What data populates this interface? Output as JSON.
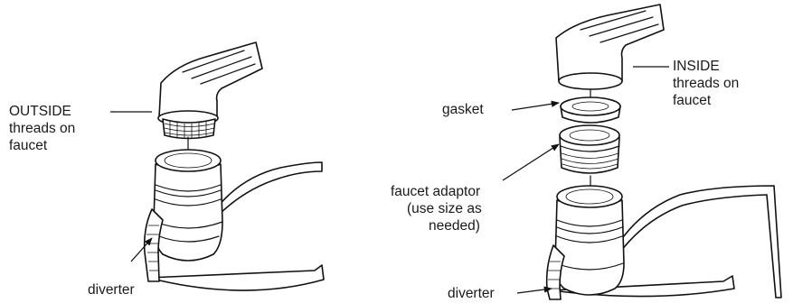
{
  "labels": {
    "outside_threads": [
      "OUTSIDE",
      "threads on",
      "faucet"
    ],
    "diverter_left": "diverter",
    "gasket": "gasket",
    "inside_threads": [
      "INSIDE",
      "threads on",
      "faucet"
    ],
    "faucet_adaptor": [
      "faucet adaptor",
      "(use size as",
      "needed)"
    ],
    "diverter_right": "diverter"
  },
  "colors": {
    "ink": "#111111",
    "background": "#ffffff"
  }
}
